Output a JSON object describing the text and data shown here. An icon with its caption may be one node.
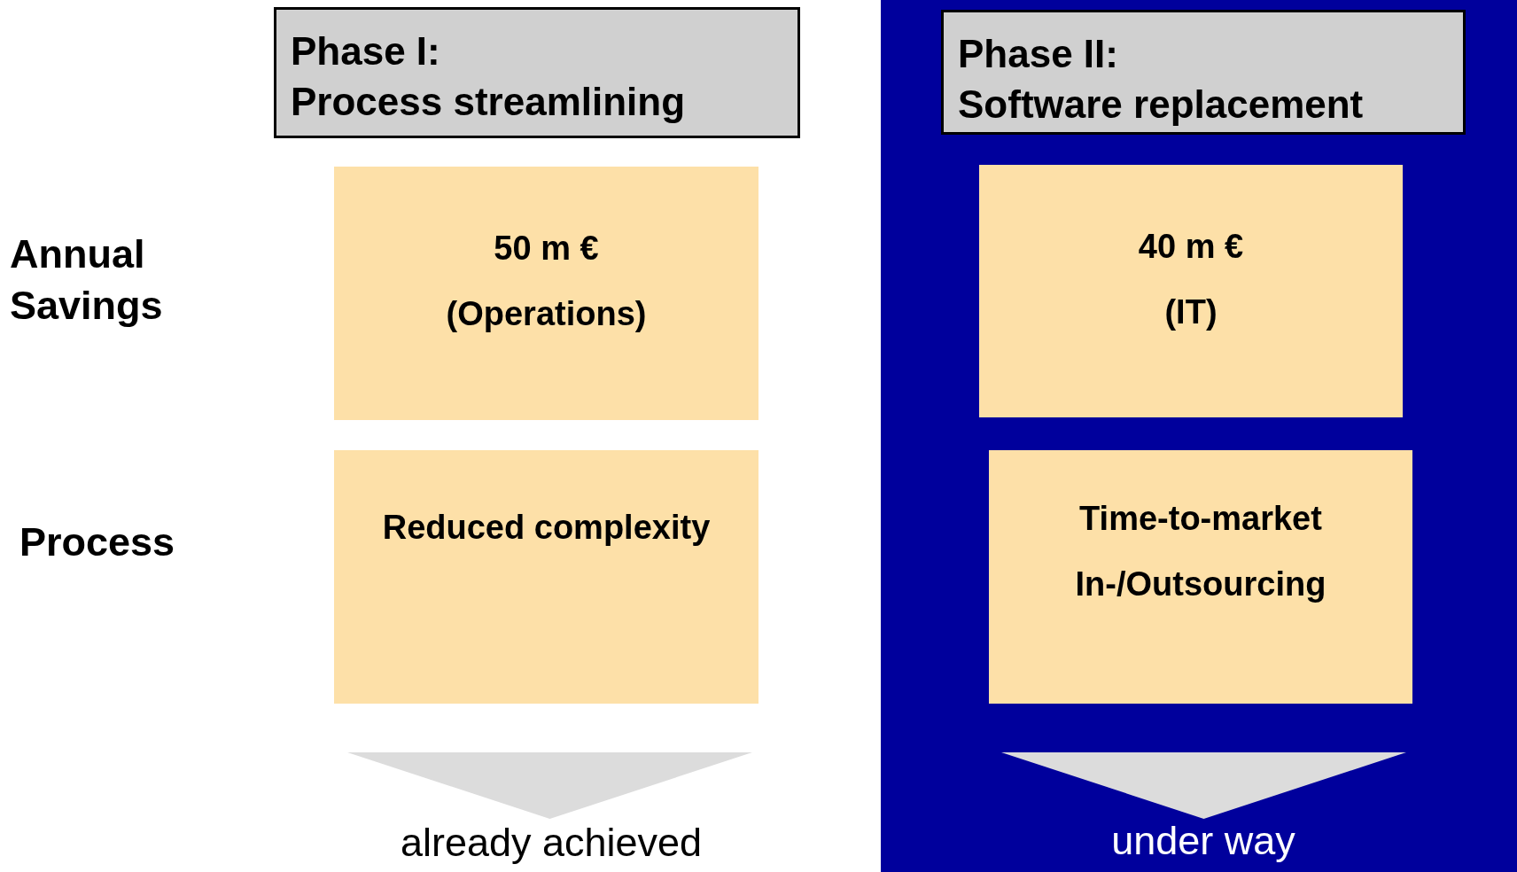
{
  "diagram": {
    "nodes": [
      {
        "text": [
          "Phase I:",
          "Process streamlining"
        ]
      },
      {
        "text": [
          "50 m €",
          "(Operations)"
        ]
      },
      {
        "text": [
          "Reduced complexity"
        ]
      },
      {
        "text": [],
        "shape": "triangle",
        "beside": [
          "already achieved"
        ]
      },
      {
        "text": [],
        "shape": "band"
      },
      {
        "text": [
          "Phase II:",
          "Software replacement"
        ],
        "in": 4
      },
      {
        "text": [
          "40 m €",
          "(IT)"
        ],
        "in": 4
      },
      {
        "text": [
          "Time-to-market",
          "In-/Outsourcing"
        ],
        "in": 4
      },
      {
        "text": [],
        "shape": "triangle",
        "beside": [
          "under way"
        ],
        "in": 4
      }
    ],
    "edges": [],
    "labels": [
      "Annual Savings",
      "Process"
    ]
  }
}
